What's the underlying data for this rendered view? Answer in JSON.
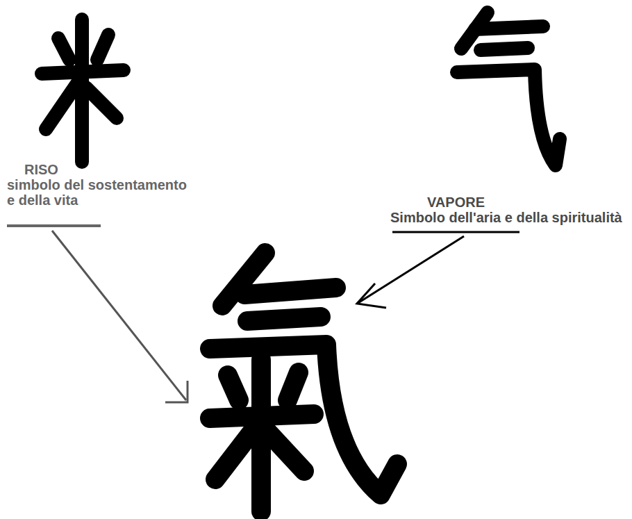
{
  "diagram": {
    "labels": [
      "RISO",
      "simbolo del sostentamento e della vita",
      "VAPORE",
      "Simbolo dell'aria e della spiritualità"
    ]
  }
}
